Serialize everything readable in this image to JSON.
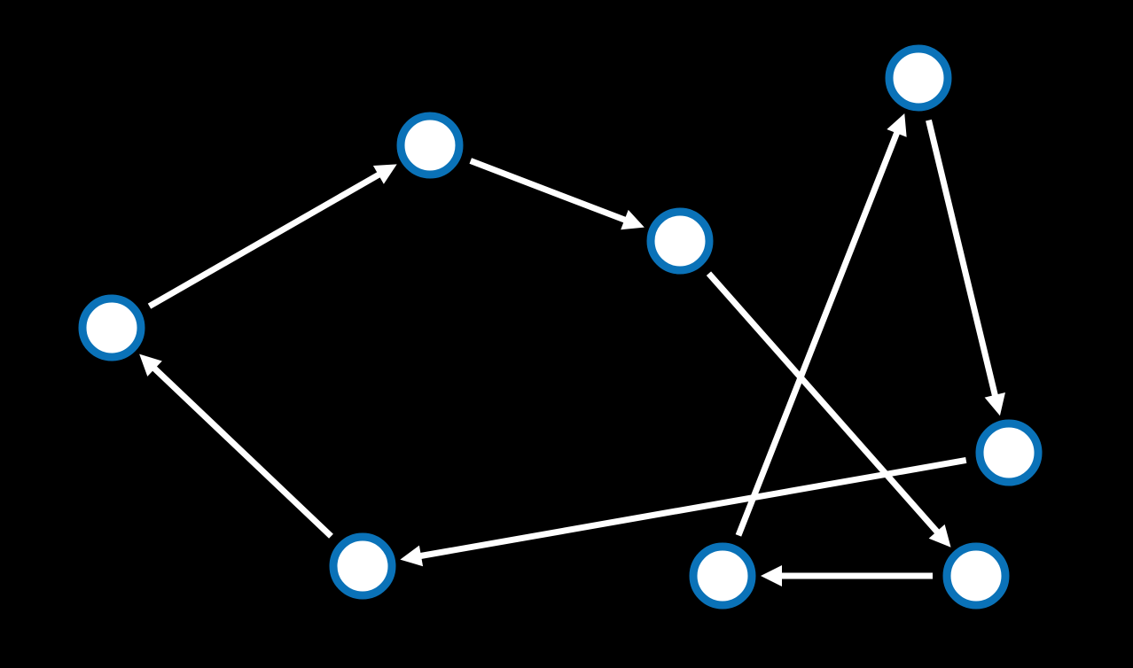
{
  "diagram": {
    "background_color": "#000000",
    "node_fill_color": "#ffffff",
    "node_ring_color": "#0a72b8",
    "edge_color": "#ffffff",
    "node_count": 8,
    "edge_count": 8,
    "nodes": [
      {
        "id": "n1"
      },
      {
        "id": "n2"
      },
      {
        "id": "n3"
      },
      {
        "id": "n4"
      },
      {
        "id": "n5"
      },
      {
        "id": "n6"
      },
      {
        "id": "n7"
      },
      {
        "id": "n8"
      }
    ],
    "edges": [
      {
        "from": "n1",
        "to": "n2"
      },
      {
        "from": "n2",
        "to": "n3"
      },
      {
        "from": "n3",
        "to": "n7"
      },
      {
        "from": "n7",
        "to": "n6"
      },
      {
        "from": "n6",
        "to": "n4"
      },
      {
        "from": "n4",
        "to": "n5"
      },
      {
        "from": "n5",
        "to": "n8"
      },
      {
        "from": "n8",
        "to": "n1"
      }
    ]
  }
}
